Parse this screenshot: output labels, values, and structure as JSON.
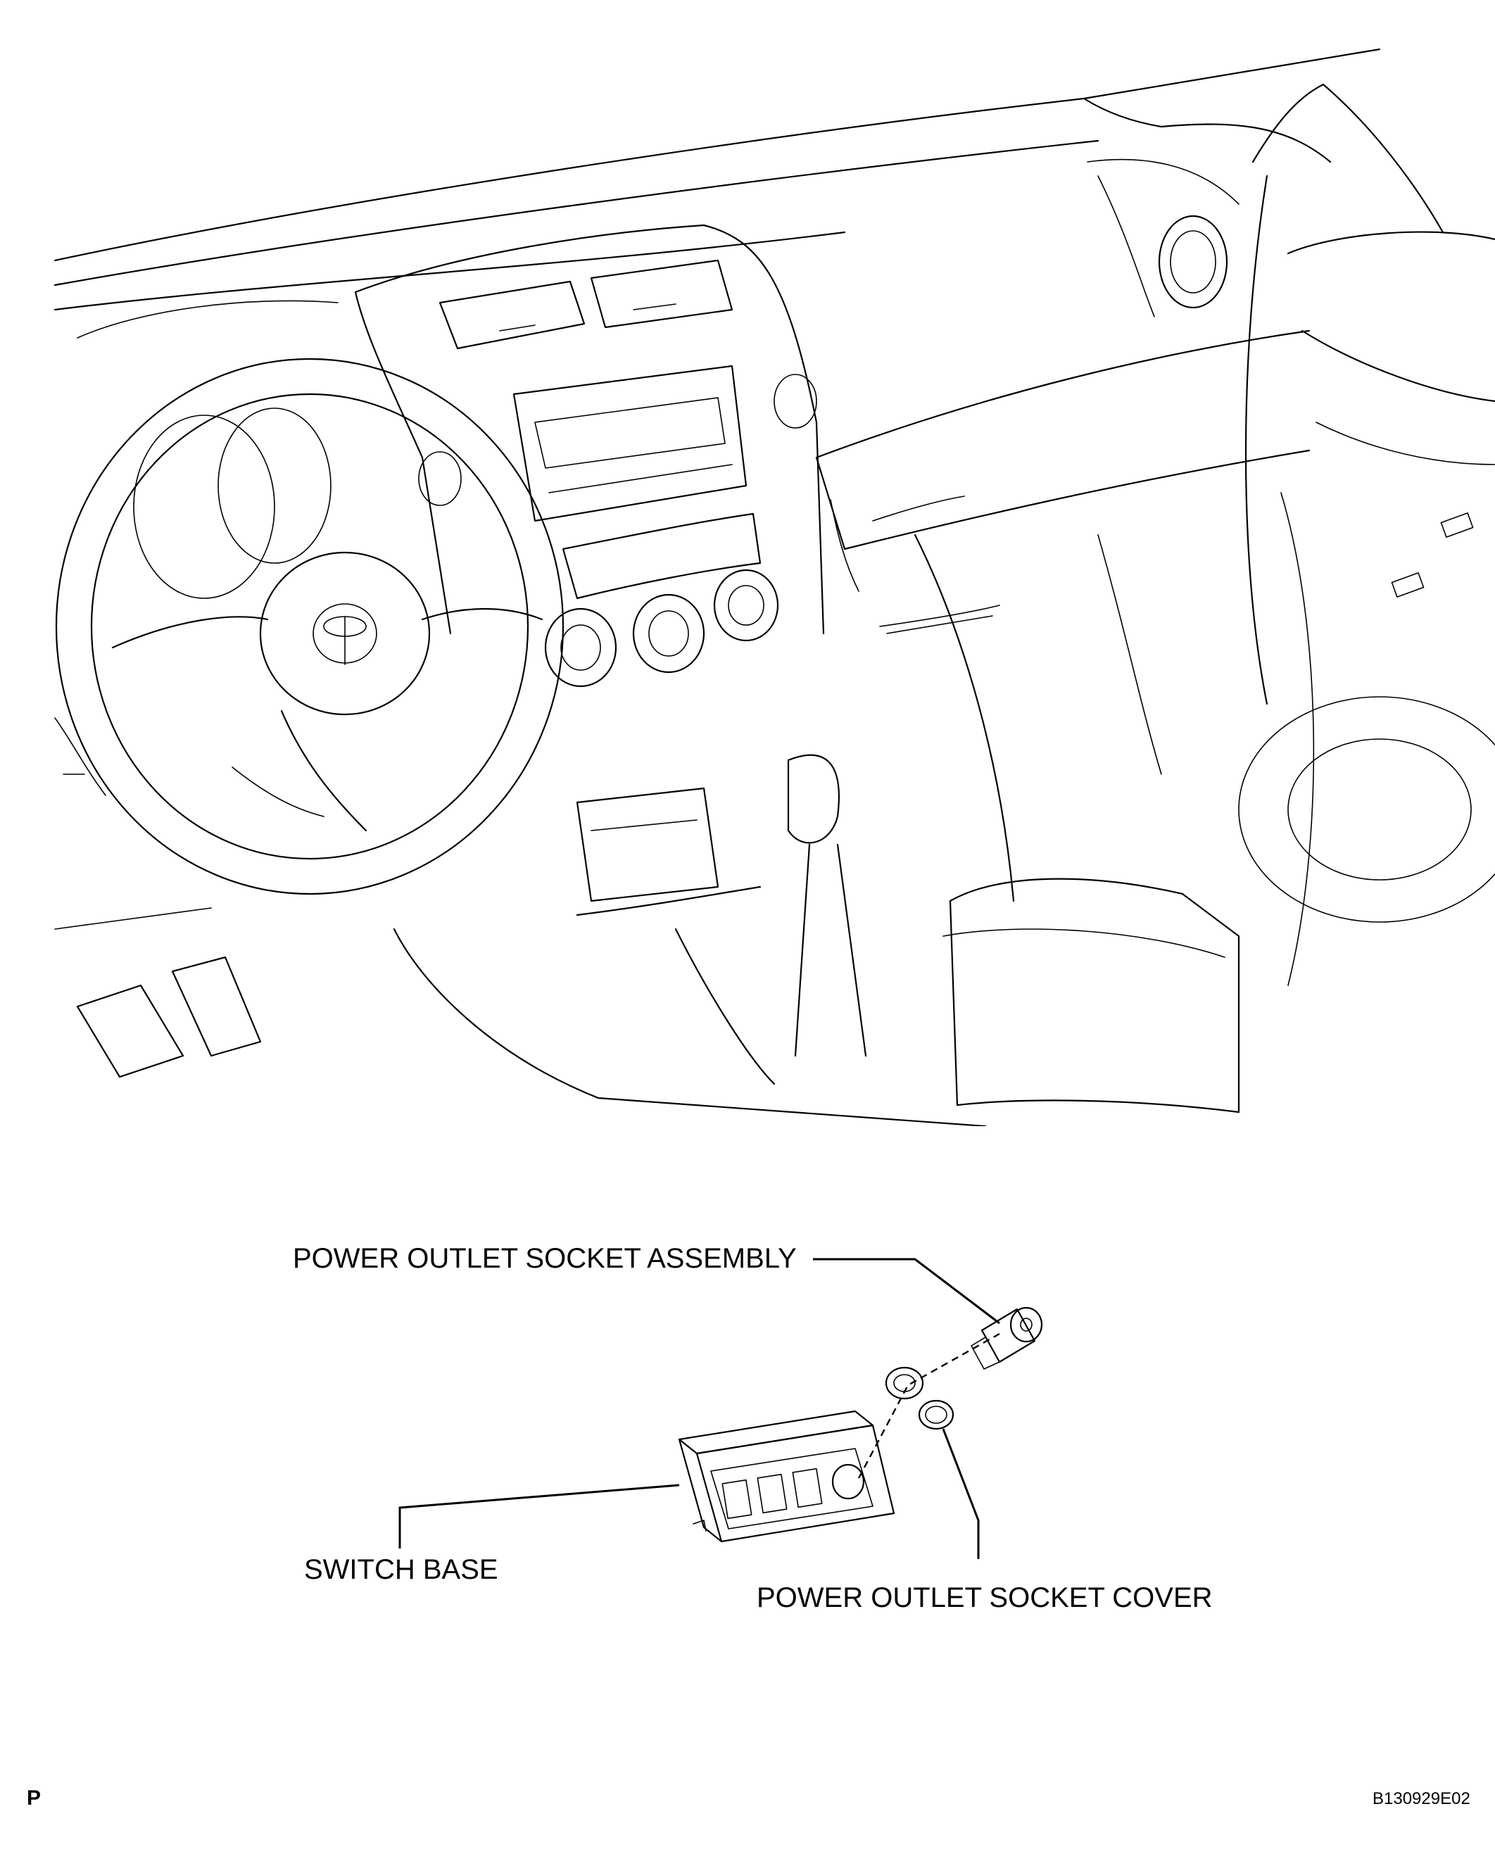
{
  "labels": {
    "power_outlet_socket_assembly": "POWER OUTLET SOCKET ASSEMBLY",
    "switch_base": "SWITCH BASE",
    "power_outlet_socket_cover": "POWER OUTLET SOCKET COVER",
    "corner_mark": "P",
    "figure_code": "B130929E02"
  },
  "colors": {
    "line": "#000000",
    "background": "#ffffff"
  }
}
